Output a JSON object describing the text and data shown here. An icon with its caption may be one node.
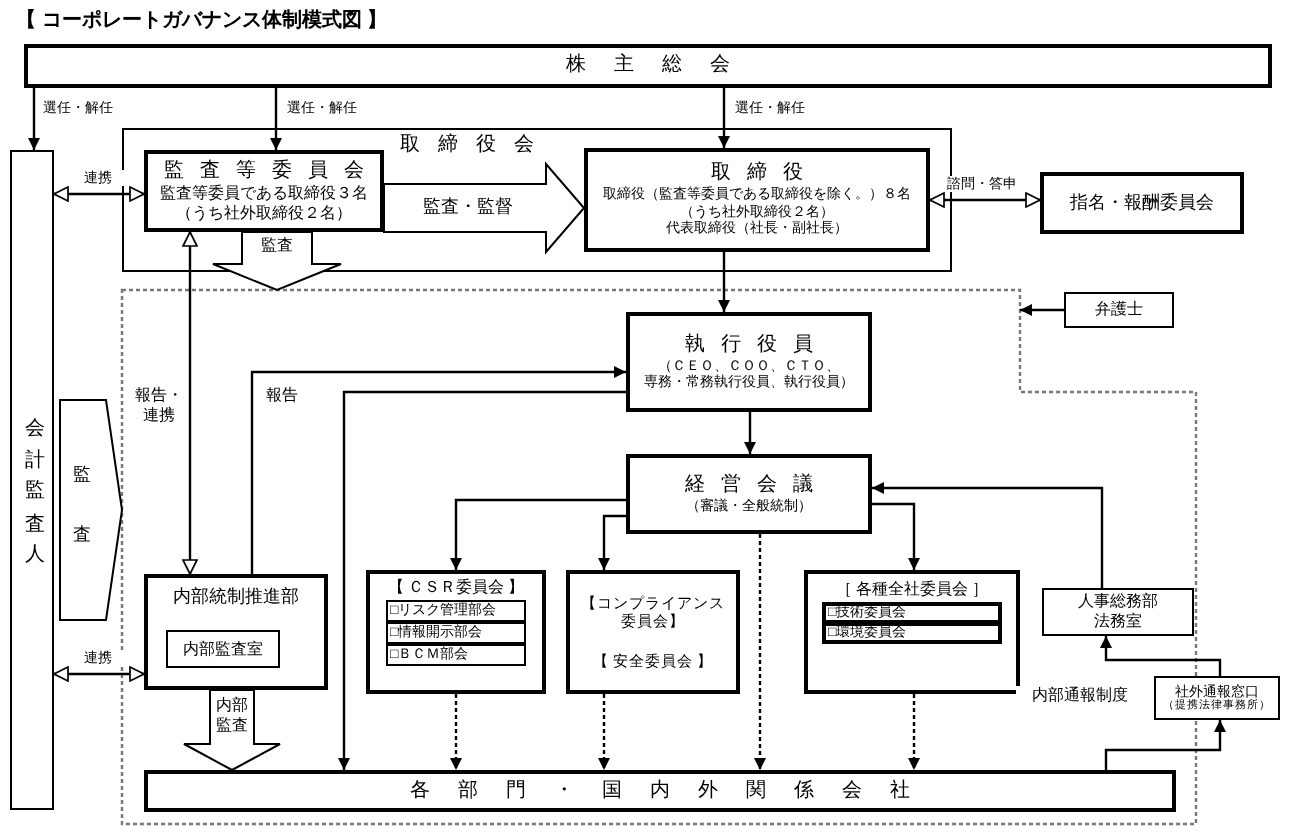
{
  "diagram": {
    "title": "【 コーポレートガバナンス体制模式図 】",
    "nodes": [
      {
        "text": [
          "株主総会"
        ]
      },
      {
        "text": [
          "取締役会"
        ]
      },
      {
        "text": [
          "監査等委員会",
          "監査等委員である取締役３名（うち社外取締役２名）"
        ],
        "in": 1
      },
      {
        "text": [
          "取締役",
          "取締役（監査等委員である取締役を除く。）８名（うち社外取締役２名）代表取締役（社長・副社長）"
        ],
        "in": 1
      },
      {
        "text": [
          "指名・報酬委員会"
        ]
      },
      {
        "text": [
          "会計監査人"
        ]
      },
      {
        "text": [],
        "shape": "box"
      },
      {
        "text": [
          "弁護士"
        ]
      },
      {
        "text": [
          "執行役員",
          "（ＣＥＯ、ＣＯＯ、ＣＴＯ、専務・常務執行役員、執行役員）"
        ],
        "in": 6
      },
      {
        "text": [
          "経営会議",
          "（審議・全般統制）"
        ],
        "in": 6
      },
      {
        "text": [
          "内部統制推進部"
        ],
        "in": 6
      },
      {
        "text": [
          "内部監査室"
        ],
        "in": 10
      },
      {
        "text": [
          "【 ＣＳＲ委員会 】"
        ],
        "in": 6
      },
      {
        "text": [
          "□リスク管理部会"
        ],
        "in": 12
      },
      {
        "text": [
          "□情報開示部会"
        ],
        "in": 12
      },
      {
        "text": [
          "□ＢＣＭ部会"
        ],
        "in": 12
      },
      {
        "text": [
          "【コンプライアンス委員会】",
          "【 安全委員会 】"
        ],
        "in": 6
      },
      {
        "text": [
          "［ 各種全社委員会 ］"
        ],
        "in": 6
      },
      {
        "text": [
          "□技術委員会"
        ],
        "in": 17
      },
      {
        "text": [
          "□環境委員会"
        ],
        "in": 17
      },
      {
        "text": [
          "人事総務部法務室"
        ],
        "in": 6
      },
      {
        "text": [
          "社外通報窓口",
          "（提携法律事務所）"
        ]
      },
      {
        "text": [
          "各部門・国内外関係会社"
        ],
        "in": 6
      }
    ],
    "edges": [
      {
        "from": 0,
        "to": 5,
        "arrow": "to",
        "label": "選任・解任"
      },
      {
        "from": 0,
        "to": 2,
        "arrow": "to",
        "label": "選任・解任"
      },
      {
        "from": 0,
        "to": 3,
        "arrow": "to",
        "label": "選任・解任"
      },
      {
        "from": 5,
        "to": 2,
        "arrow": "both",
        "label": "連携"
      },
      {
        "from": 2,
        "to": 3,
        "arrow": "to",
        "label": "監査・監督",
        "style": "thick"
      },
      {
        "from": 3,
        "to": 4,
        "arrow": "both",
        "label": "諮問・答申"
      },
      {
        "from": 2,
        "to": 6,
        "arrow": "to",
        "label": "監査",
        "style": "thick"
      },
      {
        "from": 3,
        "to": 8,
        "arrow": "to"
      },
      {
        "from": 7,
        "to": 6,
        "arrow": "to"
      },
      {
        "from": 8,
        "to": 9,
        "arrow": "to"
      },
      {
        "from": 5,
        "to": 6,
        "arrow": "to",
        "label": "監査",
        "style": "thick"
      },
      {
        "from": 2,
        "to": 10,
        "arrow": "both",
        "label": "報告・連携"
      },
      {
        "from": 10,
        "to": 8,
        "arrow": "to",
        "label": "報告"
      },
      {
        "from": 8,
        "to": 22,
        "arrow": "to"
      },
      {
        "from": 9,
        "to": 12,
        "arrow": "to"
      },
      {
        "from": 9,
        "to": 16,
        "arrow": "to"
      },
      {
        "from": 9,
        "to": 17,
        "arrow": "to"
      },
      {
        "from": 20,
        "to": 9,
        "arrow": "to"
      },
      {
        "from": 9,
        "to": 22,
        "arrow": "to",
        "style": "dashed"
      },
      {
        "from": 12,
        "to": 22,
        "arrow": "to",
        "style": "dashed"
      },
      {
        "from": 16,
        "to": 22,
        "arrow": "to",
        "style": "dashed"
      },
      {
        "from": 17,
        "to": 22,
        "arrow": "to",
        "style": "dashed"
      },
      {
        "from": 5,
        "to": 10,
        "arrow": "both",
        "label": "連携"
      },
      {
        "from": 10,
        "to": 22,
        "arrow": "to",
        "label": "内部監査",
        "style": "thick"
      },
      {
        "from": 22,
        "to": 21,
        "arrow": "to"
      },
      {
        "from": 21,
        "to": 20,
        "arrow": "to"
      }
    ],
    "labels": [
      "内部通報制度"
    ]
  }
}
